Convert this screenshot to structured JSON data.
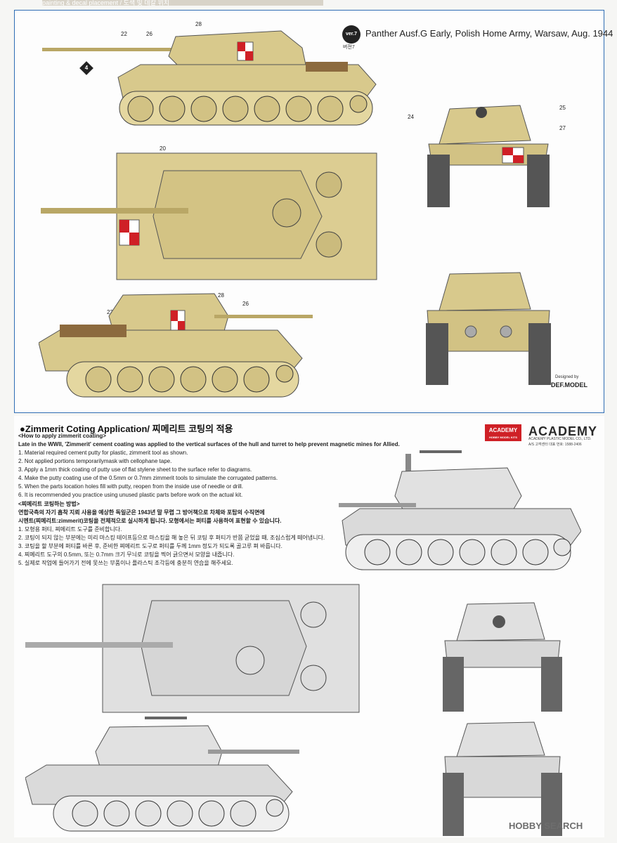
{
  "header": {
    "title": "painting & decal placement / 도색 및 데칼 위치"
  },
  "version": {
    "badge": "ver.7",
    "badge_sub": "버전7",
    "title": "Panther Ausf.G Early, Polish Home Army, Warsaw, Aug. 1944"
  },
  "callouts": [
    "22",
    "26",
    "28",
    "4",
    "24",
    "25",
    "27",
    "20",
    "23",
    "28",
    "26"
  ],
  "credit": {
    "designed_by": "Designed by",
    "studio": "DEF.MODEL"
  },
  "zimmerit": {
    "title": "●Zimmerit Coting Application/ 찌메리트 코팅의 적용",
    "en_heading": "<How to apply zimmerit coating>",
    "en_intro": "Late in the WWII, 'Zimmerit' cement coating was applied to the vertical surfaces of the hull and turret to help prevent magnetic mines for Allied.",
    "en_steps": [
      "1. Material required cement putty for plastic, zimmerit tool as shown.",
      "2. Not applied portions temporarilymask with cellophane tape.",
      "3. Apply a 1mm thick coating of putty use of flat stylene sheet to the surface refer to diagrams.",
      "4. Make the putty coating use of the 0.5mm or 0.7mm zimmerit tools to simulate the corrugated patterns.",
      "5. When the parts location holes fill with putty, reopen from the inside use of needle or drill.",
      "6. It is recommended you practice using unused plastic parts before work on the actual kit."
    ],
    "kr_heading": "<찌메리트 코팅하는 방법>",
    "kr_intro_1": "연합국측의 자기 흡착 지뢰 사용을 예상한 독일군은 1943년 말 무렵 그 방어책으로 차체와 포탑의 수직면에",
    "kr_intro_2": "시멘트(찌메리트:zimmerit)코팅을 전체적으로 실시하게 됩니다. 모형에서는 퍼티를 사용하여 표현할 수 있습니다.",
    "kr_steps": [
      "1. 모형용 퍼티, 찌메리트 도구를 준비합니다.",
      "2. 코팅이 되지 않는 부분에는 미리 마스킹 테이프등으로 마스킹을 해 놓은 뒤 코팅 후 퍼티가 반쯤 굳었을 때, 조심스럽게 떼어냅니다.",
      "3. 코팅을 할 부분에 퍼티를 바른 후, 준비한 찌메리트 도구로 퍼티를 두께 1mm 정도가 되도록 골고루 펴 바릅니다.",
      "4. 찌메리트 도구의 0.5mm, 또는 0.7mm 크기 무늬로 코팅을 찍어 긁으면서 모양을 내줍니다.",
      "5. 실제로 작업에 들어가기 전에 못쓰는 부품이나 플라스틱 조각등에 충분히 연습을 해주세요."
    ]
  },
  "brand": {
    "logo": "ACADEMY",
    "logo_sub": "HOBBY MODEL KITS",
    "name": "ACADEMY",
    "sub": "ACADEMY PLASTIC MODEL CO., LTD.",
    "sub2": "A/S 고객센터 대표 번호: 1588-2406"
  },
  "watermark": "HOBBY SEARCH",
  "colors": {
    "tan": "#d8c98c",
    "tan_dark": "#b9a766",
    "grey": "#d9d9d9",
    "frame": "#2f6db4",
    "red": "#cf2026"
  }
}
